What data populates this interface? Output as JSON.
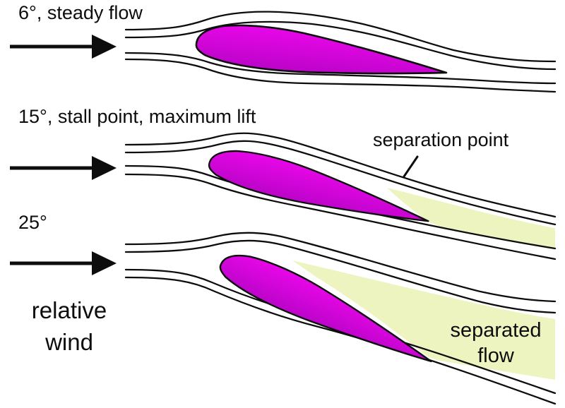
{
  "labels": {
    "angle_6": "6°, steady flow",
    "angle_15": "15°, stall point, maximum lift",
    "angle_25": "25°",
    "relative_wind": "relative wind",
    "separation_point": "separation point",
    "separated_flow": "separated flow"
  },
  "colors": {
    "background": "#ffffff",
    "line": "#0d0d0d",
    "airfoil_gradient_top": "#e807e8",
    "airfoil_gradient_bottom": "#bb04c9",
    "separated_flow_fill": "#eef4c0"
  }
}
